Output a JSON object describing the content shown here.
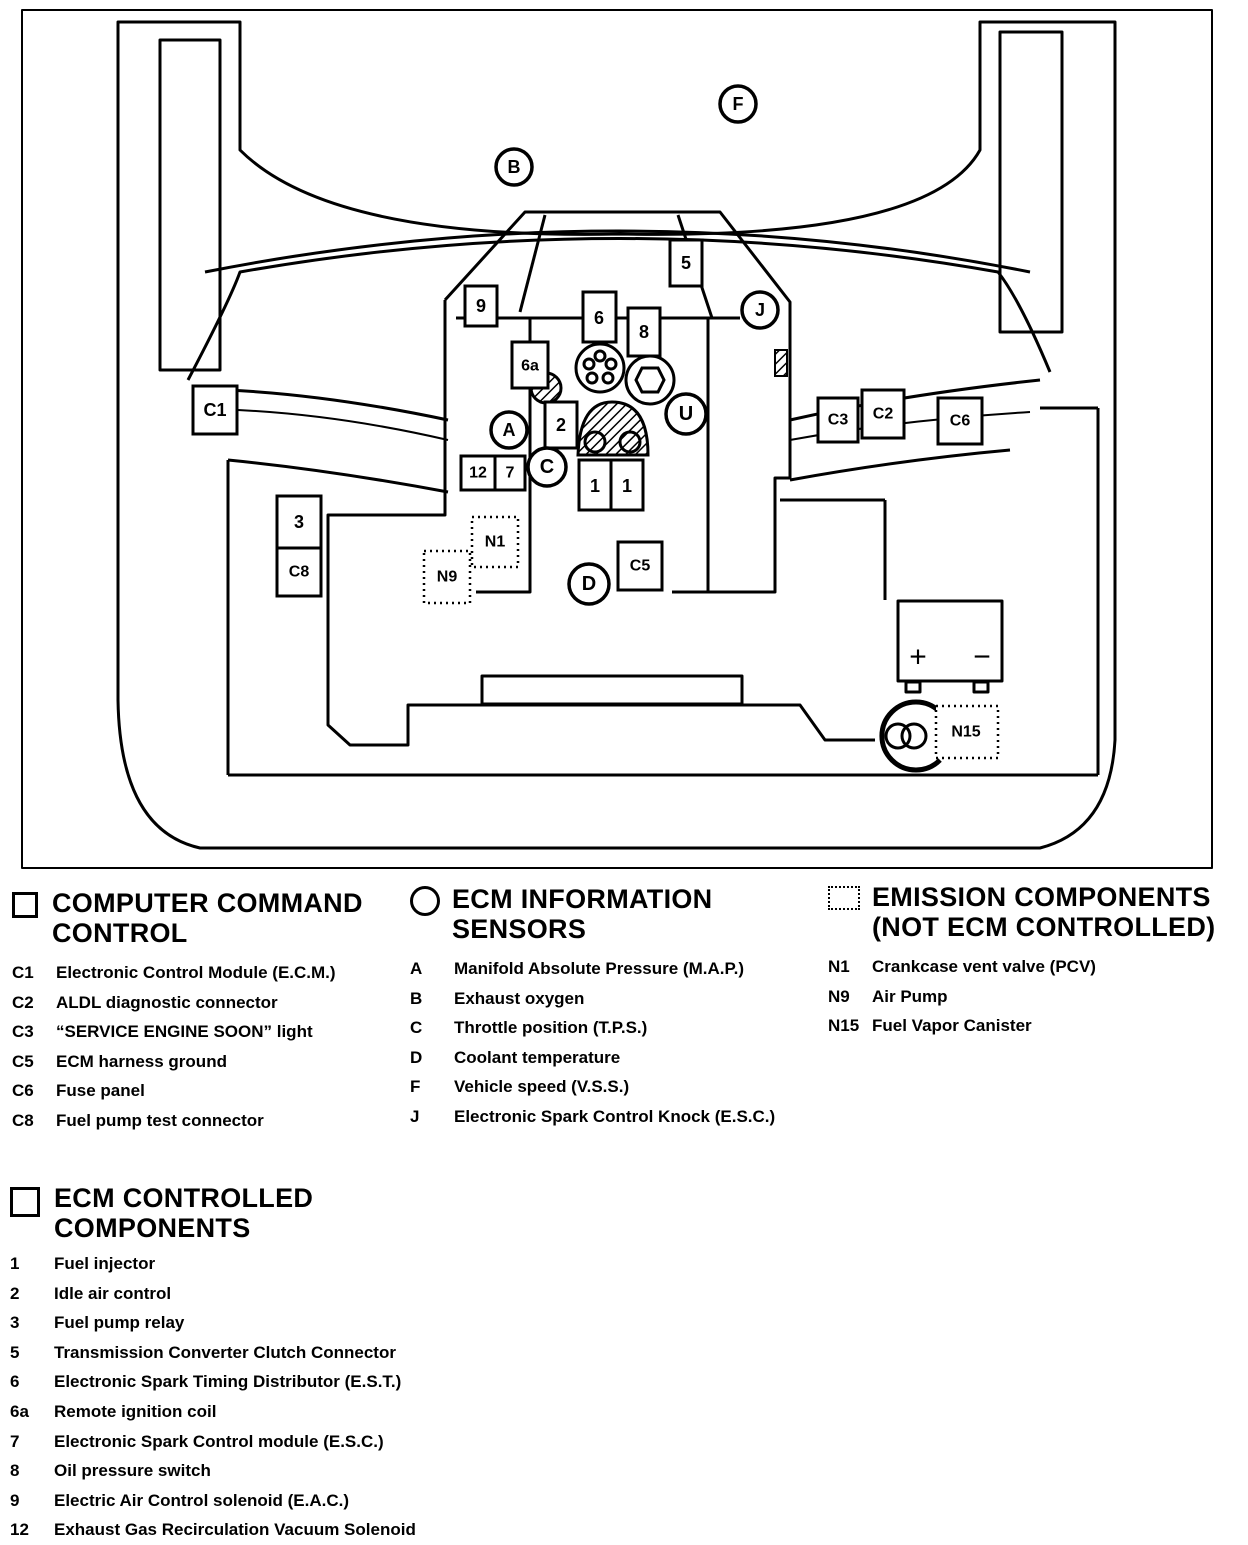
{
  "diagram": {
    "markers": {
      "B": "B",
      "F": "F",
      "J": "J",
      "A": "A",
      "C": "C",
      "U": "U",
      "D": "D",
      "C1": "C1",
      "C2": "C2",
      "C3": "C3",
      "C5": "C5",
      "C6": "C6",
      "C8": "C8",
      "n1": "1",
      "n2": "2",
      "n3": "3",
      "n5": "5",
      "n6": "6",
      "n6a": "6a",
      "n7": "7",
      "n8": "8",
      "n9": "9",
      "n12": "12",
      "N1": "N1",
      "N9": "N9",
      "N15": "N15",
      "plus": "+",
      "minus": "−"
    }
  },
  "legend": {
    "ccc": {
      "title_line1": "COMPUTER COMMAND",
      "title_line2": "CONTROL",
      "items": [
        {
          "code": "C1",
          "label": "Electronic Control Module (E.C.M.)"
        },
        {
          "code": "C2",
          "label": "ALDL diagnostic connector"
        },
        {
          "code": "C3",
          "label": "“SERVICE ENGINE SOON” light"
        },
        {
          "code": "C5",
          "label": "ECM harness ground"
        },
        {
          "code": "C6",
          "label": "Fuse panel"
        },
        {
          "code": "C8",
          "label": "Fuel pump test connector"
        }
      ]
    },
    "sensors": {
      "title_line1": "ECM INFORMATION",
      "title_line2": "SENSORS",
      "items": [
        {
          "code": "A",
          "label": "Manifold Absolute Pressure (M.A.P.)"
        },
        {
          "code": "B",
          "label": "Exhaust oxygen"
        },
        {
          "code": "C",
          "label": "Throttle position (T.P.S.)"
        },
        {
          "code": "D",
          "label": "Coolant temperature"
        },
        {
          "code": "F",
          "label": "Vehicle speed (V.S.S.)"
        },
        {
          "code": "J",
          "label": "Electronic Spark Control Knock (E.S.C.)"
        }
      ]
    },
    "emission": {
      "title_line1": "EMISSION COMPONENTS",
      "title_line2": "(NOT ECM CONTROLLED)",
      "items": [
        {
          "code": "N1",
          "label": "Crankcase vent valve (PCV)"
        },
        {
          "code": "N9",
          "label": "Air Pump"
        },
        {
          "code": "N15",
          "label": "Fuel Vapor Canister"
        }
      ]
    },
    "controlled": {
      "title_line1": "ECM CONTROLLED",
      "title_line2": "COMPONENTS",
      "items": [
        {
          "code": "1",
          "label": "Fuel injector"
        },
        {
          "code": "2",
          "label": "Idle air control"
        },
        {
          "code": "3",
          "label": "Fuel pump relay"
        },
        {
          "code": "5",
          "label": "Transmission Converter Clutch Connector"
        },
        {
          "code": "6",
          "label": "Electronic Spark Timing Distributor (E.S.T.)"
        },
        {
          "code": "6a",
          "label": "Remote ignition coil"
        },
        {
          "code": "7",
          "label": "Electronic Spark Control module (E.S.C.)"
        },
        {
          "code": "8",
          "label": "Oil pressure switch"
        },
        {
          "code": "9",
          "label": "Electric Air Control solenoid (E.A.C.)"
        },
        {
          "code": "12",
          "label": "Exhaust Gas Recirculation Vacuum Solenoid"
        }
      ]
    }
  }
}
